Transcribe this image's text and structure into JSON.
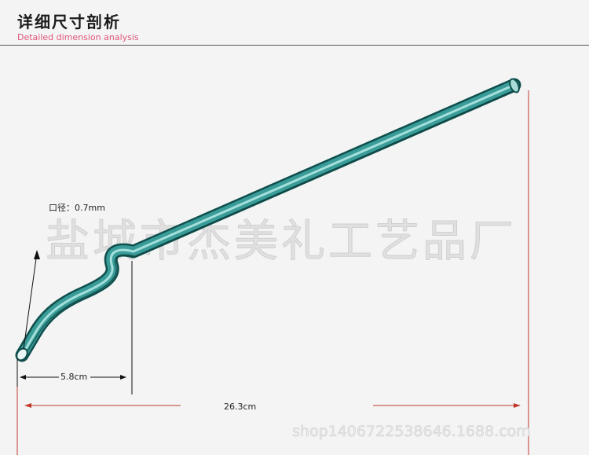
{
  "header": {
    "title_cn": "详细尺寸剖析",
    "title_en": "Detailed dimension analysis"
  },
  "dimensions": {
    "bore_label": "口径：0.7mm",
    "short_length_label": "5.8cm",
    "total_length_label": "26.3cm"
  },
  "watermark": {
    "company": "盐城市杰美礼工艺品厂",
    "shop": "shop1406722538646.1688.com"
  },
  "colors": {
    "glass": "#2f8f8c",
    "glass_dark": "#125c5a",
    "dimension_line": "#c0392b",
    "title_en": "#e0557a"
  }
}
